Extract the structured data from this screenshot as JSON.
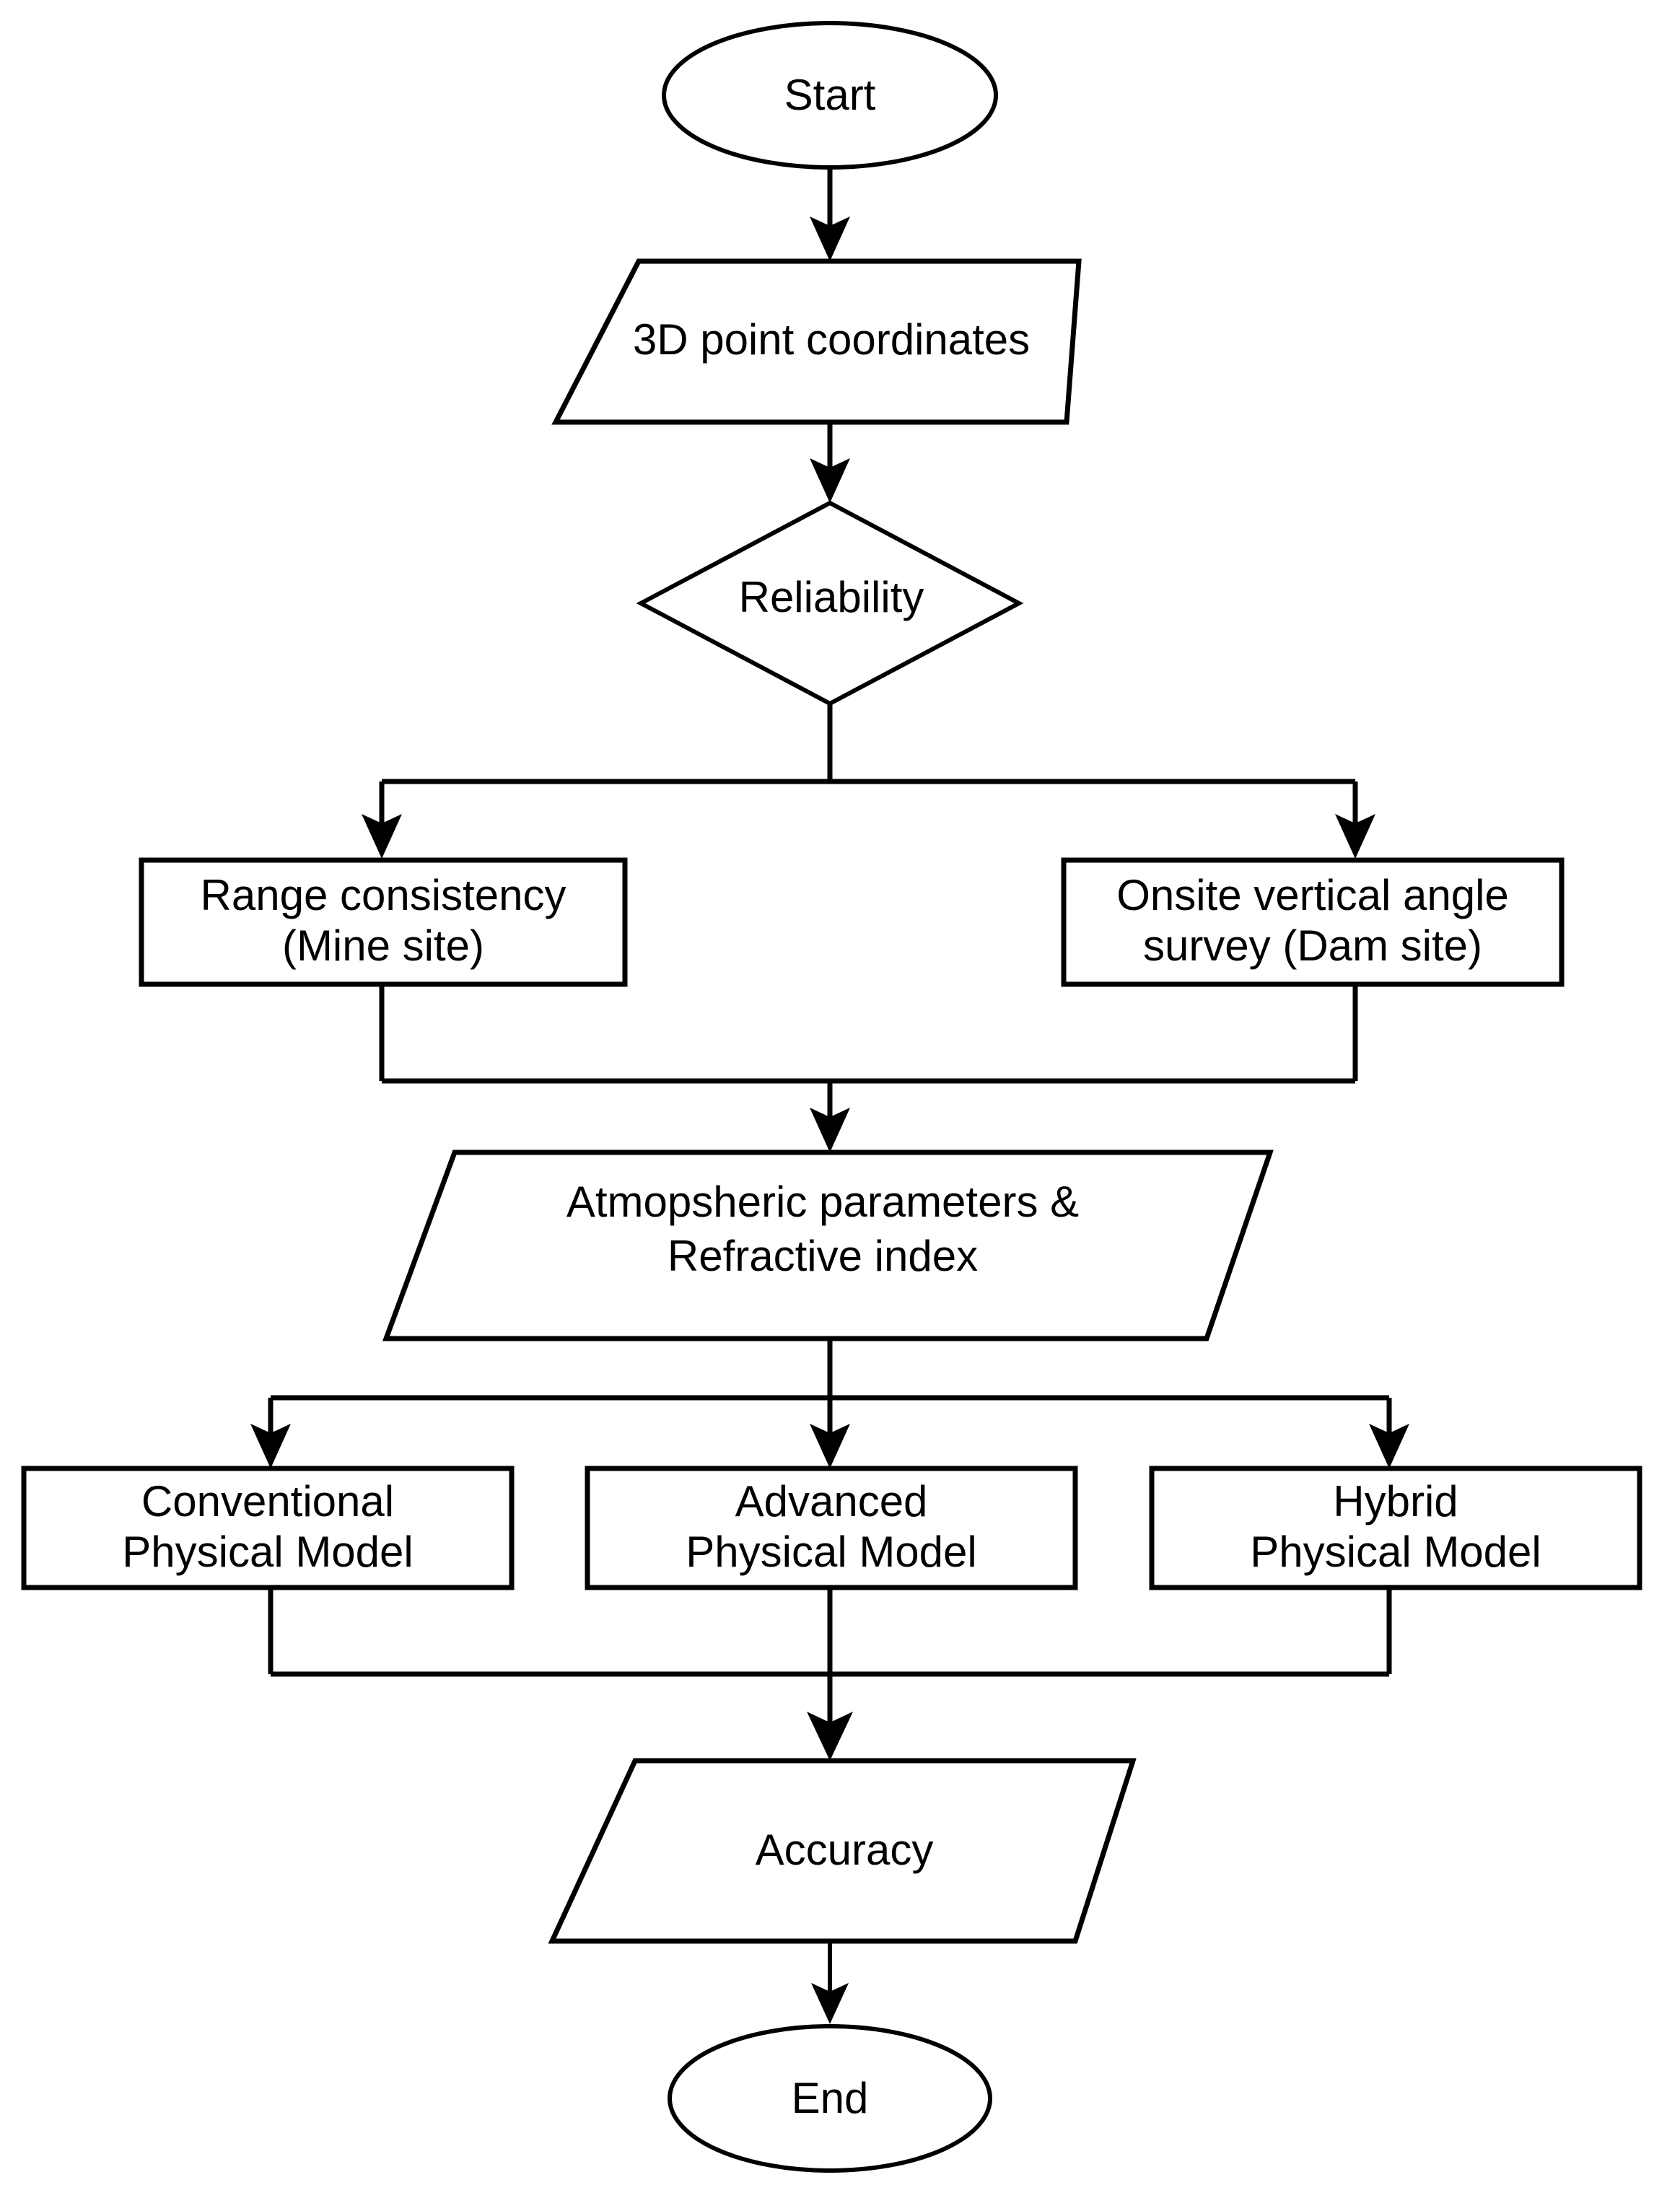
{
  "diagram": {
    "type": "flowchart",
    "title": "Atmospheric refraction modelling workflow",
    "background_color": "#ffffff",
    "line_color": "#000000",
    "text_color": "#000000",
    "nodes": [
      {
        "id": "start",
        "shape": "ellipse",
        "label": "Start",
        "lines": [
          "Start"
        ]
      },
      {
        "id": "input-coordinates",
        "shape": "parallelogram",
        "label": "3D point coordinates",
        "lines": [
          "3D point coordinates"
        ]
      },
      {
        "id": "reliability",
        "shape": "diamond",
        "label": "Reliability",
        "lines": [
          "Reliability"
        ]
      },
      {
        "id": "range-consistency",
        "shape": "rectangle",
        "label": "Range consistency (Mine site)",
        "lines": [
          "Range consistency",
          "(Mine site)"
        ]
      },
      {
        "id": "onsite-vertical-angle",
        "shape": "rectangle",
        "label": "Onsite vertical angle survey (Dam site)",
        "lines": [
          "Onsite vertical angle",
          "survey (Dam site)"
        ]
      },
      {
        "id": "atmospheric-parameters",
        "shape": "parallelogram",
        "label": "Atmopsheric parameters & Refractive index",
        "lines": [
          "Atmopsheric parameters &",
          "Refractive index"
        ]
      },
      {
        "id": "conventional-model",
        "shape": "rectangle",
        "label": "Conventional Physical Model",
        "lines": [
          "Conventional",
          "Physical Model"
        ]
      },
      {
        "id": "advanced-model",
        "shape": "rectangle",
        "label": "Advanced Physical Model",
        "lines": [
          "Advanced",
          "Physical Model"
        ]
      },
      {
        "id": "hybrid-model",
        "shape": "rectangle",
        "label": "Hybrid Physical Model",
        "lines": [
          "Hybrid",
          "Physical Model"
        ]
      },
      {
        "id": "accuracy",
        "shape": "parallelogram",
        "label": "Accuracy",
        "lines": [
          "Accuracy"
        ]
      },
      {
        "id": "end",
        "shape": "ellipse",
        "label": "End",
        "lines": [
          "End"
        ]
      }
    ],
    "edges": [
      {
        "from": "start",
        "to": "input-coordinates",
        "label": ""
      },
      {
        "from": "input-coordinates",
        "to": "reliability",
        "label": ""
      },
      {
        "from": "reliability",
        "to": "range-consistency",
        "label": ""
      },
      {
        "from": "reliability",
        "to": "onsite-vertical-angle",
        "label": ""
      },
      {
        "from": "range-consistency",
        "to": "atmospheric-parameters",
        "label": ""
      },
      {
        "from": "onsite-vertical-angle",
        "to": "atmospheric-parameters",
        "label": ""
      },
      {
        "from": "atmospheric-parameters",
        "to": "conventional-model",
        "label": ""
      },
      {
        "from": "atmospheric-parameters",
        "to": "advanced-model",
        "label": ""
      },
      {
        "from": "atmospheric-parameters",
        "to": "hybrid-model",
        "label": ""
      },
      {
        "from": "conventional-model",
        "to": "accuracy",
        "label": ""
      },
      {
        "from": "advanced-model",
        "to": "accuracy",
        "label": ""
      },
      {
        "from": "hybrid-model",
        "to": "accuracy",
        "label": ""
      },
      {
        "from": "accuracy",
        "to": "end",
        "label": ""
      }
    ]
  },
  "labels": {
    "start": "Start",
    "input_coordinates": "3D point coordinates",
    "reliability": "Reliability",
    "range_consistency_l1": "Range consistency",
    "range_consistency_l2": "(Mine site)",
    "onsite_survey_l1": "Onsite vertical angle",
    "onsite_survey_l2": "survey (Dam site)",
    "atmospheric_l1": "Atmopsheric parameters &",
    "atmospheric_l2": "Refractive index",
    "conventional_l1": "Conventional",
    "conventional_l2": "Physical Model",
    "advanced_l1": "Advanced",
    "advanced_l2": "Physical Model",
    "hybrid_l1": "Hybrid",
    "hybrid_l2": "Physical Model",
    "accuracy": "Accuracy",
    "end": "End"
  }
}
